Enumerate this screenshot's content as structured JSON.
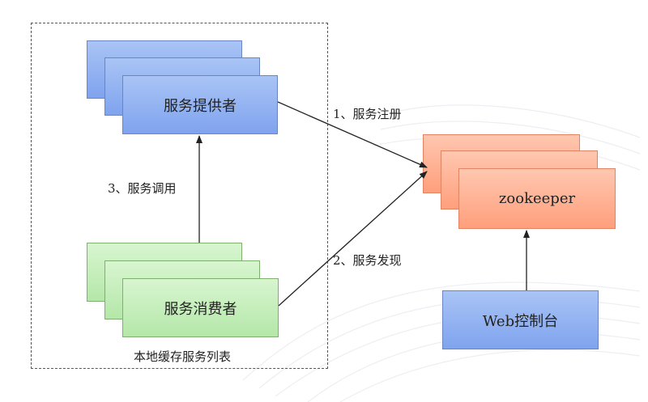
{
  "nodes": {
    "provider": "服务提供者",
    "consumer": "服务消费者",
    "zookeeper": "zookeeper",
    "web_console": "Web控制台"
  },
  "edges": {
    "register": "1、服务注册",
    "discover": "2、服务发现",
    "invoke": "3、服务调用"
  },
  "group_label": "本地缓存服务列表",
  "colors": {
    "provider": "#8fb0f2",
    "consumer": "#c6edbc",
    "zookeeper": "#ffb08e",
    "web_console": "#8fb0f2"
  }
}
